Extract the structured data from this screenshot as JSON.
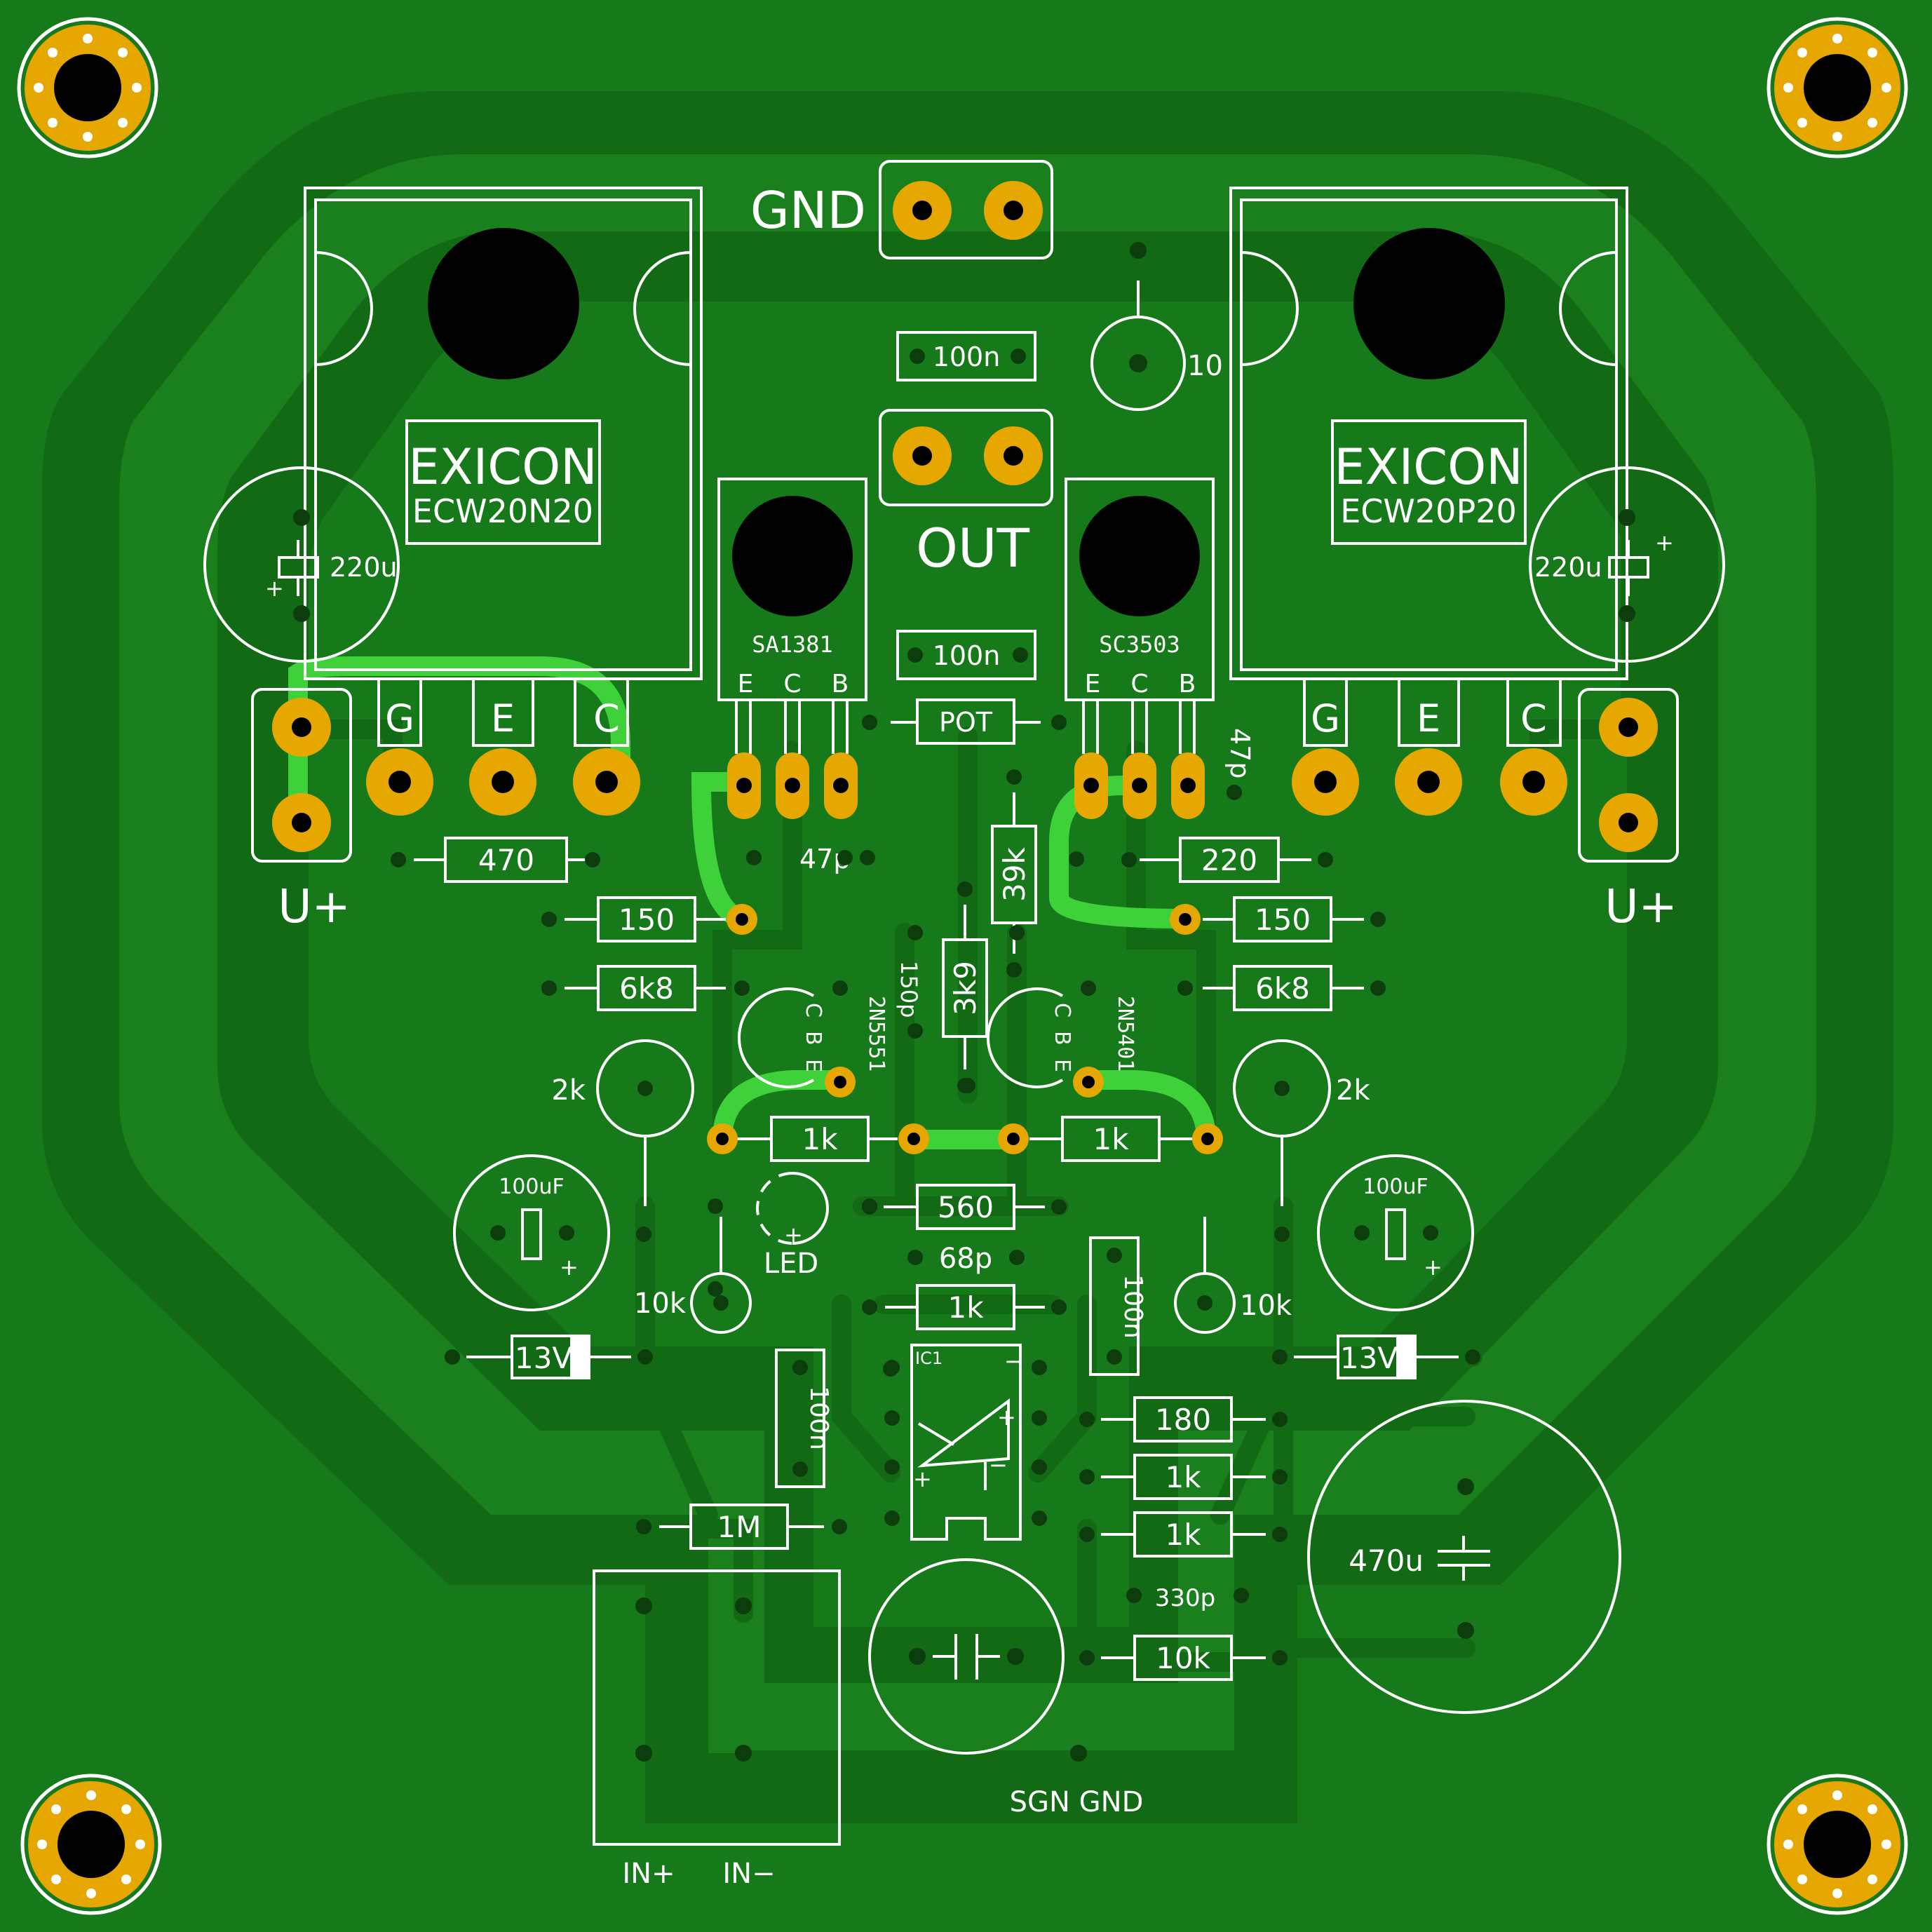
{
  "colors": {
    "board": "#177a1a",
    "copper_trace": "#126b14",
    "copper_ring": "#1f8a22",
    "highlight_trace": "#3ed13a",
    "pad": "#e6a800",
    "drill": "#000000",
    "silkscreen": "#ffffff"
  },
  "connectors": {
    "gnd": "GND",
    "out": "OUT",
    "u_plus_left": "U+",
    "u_plus_right": "U+",
    "sgn_gnd": "SGN GND",
    "in_plus": "IN+",
    "in_minus": "IN−"
  },
  "mosfets": {
    "left": {
      "brand": "EXICON",
      "part": "ECW20N20",
      "pins": [
        "G",
        "E",
        "C"
      ]
    },
    "right": {
      "brand": "EXICON",
      "part": "ECW20P20",
      "pins": [
        "G",
        "E",
        "C"
      ]
    }
  },
  "drivers": {
    "left": {
      "part": "SA1381",
      "pins": [
        "E",
        "C",
        "B"
      ]
    },
    "right": {
      "part": "SC3503",
      "pins": [
        "E",
        "C",
        "B"
      ]
    }
  },
  "small_transistors": {
    "left": {
      "part": "2N5551",
      "pins": [
        "C",
        "B",
        "E"
      ]
    },
    "right": {
      "part": "2N5401",
      "pins": [
        "C",
        "B",
        "E"
      ]
    }
  },
  "ic": {
    "ref": "IC1"
  },
  "resistors": {
    "r470": "470",
    "r220": "220",
    "r150_left": "150",
    "r150_right": "150",
    "r6k8_left": "6k8",
    "r6k8_right": "6k8",
    "r39k": "39k",
    "r3k9": "3k9",
    "r1k_left": "1k",
    "r1k_right": "1k",
    "r560": "560",
    "r1k_mid": "1k",
    "r180": "180",
    "r1k_ic_a": "1k",
    "r1k_ic_b": "1k",
    "r10k_in": "10k",
    "r1M": "1M",
    "r10": "10"
  },
  "capacitors": {
    "c100n_top": "100n",
    "c100n_mid": "100n",
    "c100n_right": "100n",
    "c100n_left": "100n",
    "c220u_left": "220u",
    "c220u_right": "220u",
    "c47p_left": "47p",
    "c47p_right": "47p",
    "c150p": "150p",
    "c68p": "68p",
    "c100uF_left": "100uF",
    "c100uF_right": "100uF",
    "c330p": "330p",
    "c470u": "470u"
  },
  "trimmers": {
    "pot": "POT",
    "t2k_left": "2k",
    "t2k_right": "2k",
    "t10k_left": "10k",
    "t10k_right": "10k"
  },
  "zeners": {
    "left": "13V",
    "right": "13V"
  },
  "led": "LED",
  "polarity": {
    "plus": "+",
    "minus": "−"
  }
}
